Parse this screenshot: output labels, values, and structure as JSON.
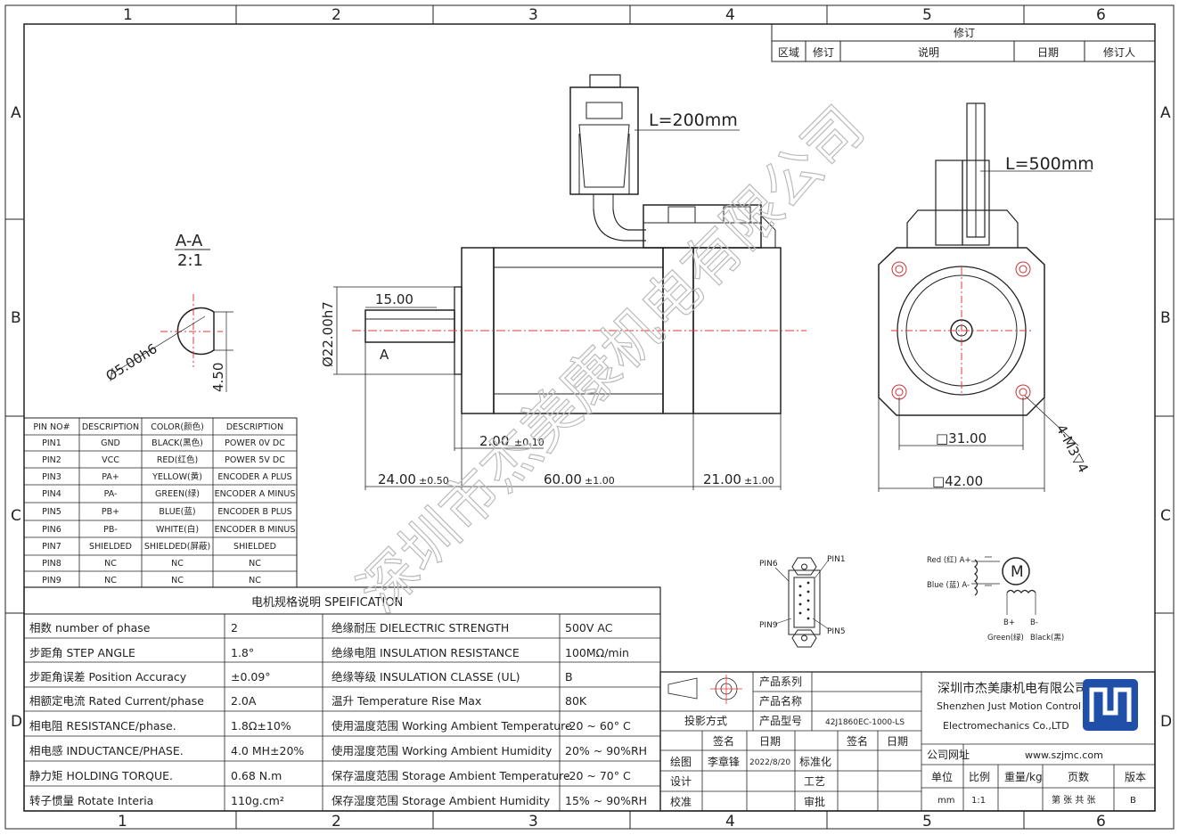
{
  "frame": {
    "col_labels": [
      "1",
      "2",
      "3",
      "4",
      "5",
      "6"
    ],
    "row_labels": [
      "A",
      "B",
      "C",
      "D"
    ]
  },
  "revision": {
    "title": "修订",
    "headers": [
      "区域",
      "修订",
      "说明",
      "日期",
      "修订人"
    ]
  },
  "section_view": {
    "title": "A-A",
    "scale": "2:1",
    "diameter": "Ø5.00h6",
    "flat": "4.50"
  },
  "drawing_dims": {
    "cable_1": "L=200mm",
    "cable_2": "L=500mm",
    "shaft_len": "15.00",
    "flange_dia": "Ø22.00h7",
    "section_mark": "A",
    "flange_thk": "2.00",
    "flange_thk_tol": "±0.10",
    "shaft_total": "24.00",
    "shaft_total_tol": "±0.50",
    "body_len": "60.00",
    "body_len_tol": "±1.00",
    "encoder_len": "21.00",
    "encoder_len_tol": "±1.00",
    "hole_spacing": "□31.00",
    "frame_size": "□42.00",
    "mount_holes": "4-M3▽4"
  },
  "pin_table": {
    "headers": [
      "PIN NO#",
      "DESCRIPTION",
      "COLOR(颜色)",
      "DESCRIPTION"
    ],
    "rows": [
      [
        "PIN1",
        "GND",
        "BLACK(黑色)",
        "POWER 0V DC"
      ],
      [
        "PIN2",
        "VCC",
        "RED(红色)",
        "POWER 5V DC"
      ],
      [
        "PIN3",
        "PA+",
        "YELLOW(黄)",
        "ENCODER A PLUS"
      ],
      [
        "PIN4",
        "PA-",
        "GREEN(绿)",
        "ENCODER A MINUS"
      ],
      [
        "PIN5",
        "PB+",
        "BLUE(蓝)",
        "ENCODER B PLUS"
      ],
      [
        "PIN6",
        "PB-",
        "WHITE(白)",
        "ENCODER B MINUS"
      ],
      [
        "PIN7",
        "SHIELDED",
        "SHIELDED(屏蔽)",
        "SHIELDED"
      ],
      [
        "PIN8",
        "NC",
        "NC",
        "NC"
      ],
      [
        "PIN9",
        "NC",
        "NC",
        "NC"
      ]
    ]
  },
  "connector": {
    "pin6": "PIN6",
    "pin1": "PIN1",
    "pin9": "PIN9",
    "pin5": "PIN5"
  },
  "wiring": {
    "red": "Red (红) A+",
    "blue": "Blue (蓝) A-",
    "motor": "M",
    "bplus": "B+",
    "bminus": "B-",
    "green": "Green(绿)",
    "black": "Black(黑)"
  },
  "spec_table": {
    "title": "电机规格说明 SPEIFICATION",
    "rows": [
      [
        "相数 number of phase",
        "2",
        "绝缘耐压 DIELECTRIC STRENGTH",
        "500V AC"
      ],
      [
        "步距角 STEP ANGLE",
        "1.8°",
        "绝缘电阻 INSULATION RESISTANCE",
        "100MΩ/min"
      ],
      [
        "步距角误差 Position Accuracy",
        "±0.09°",
        "绝缘等级 INSULATION CLASSE (UL)",
        "B"
      ],
      [
        "相额定电流 Rated Current/phase",
        "2.0A",
        "温升 Temperature Rise Max",
        "80K"
      ],
      [
        "相电阻 RESISTANCE/phase.",
        "1.8Ω±10%",
        "使用温度范围 Working Ambient Temperature",
        "-20 ~ 60° C"
      ],
      [
        "相电感 INDUCTANCE/PHASE.",
        "4.0 MH±20%",
        "使用湿度范围 Working Ambient Humidity",
        "20% ~ 90%RH"
      ],
      [
        "静力矩 HOLDING TORQUE.",
        "0.68 N.m",
        "保存温度范围 Storage Ambient Temperature",
        "-20 ~ 70° C"
      ],
      [
        "转子惯量 Rotate Interia",
        "110g.cm²",
        "保存湿度范围 Storage Ambient Humidity",
        "15% ~ 90%RH"
      ]
    ]
  },
  "title_block": {
    "series_label": "产品系列",
    "name_label": "产品名称",
    "projection_label": "投影方式",
    "model_label": "产品型号",
    "model_value": "42J1860EC-1000-LS",
    "sign_label": "签名",
    "date_label": "日期",
    "sign_label_2": "签名",
    "date_label_2": "日期",
    "draw_label": "绘图",
    "drawer": "李章锋",
    "draw_date": "2022/8/20",
    "std_label": "标准化",
    "design_label": "设计",
    "process_label": "工艺",
    "check_label": "校准",
    "approve_label": "审批",
    "company_cn": "深圳市杰美康机电有限公司",
    "company_en_1": "Shenzhen Just Motion Control",
    "company_en_2": "Electromechanics Co.,LTD",
    "website_label": "公司网址",
    "website": "www.szjmc.com",
    "unit_label": "单位",
    "scale_label": "比例",
    "weight_label": "重量/kg",
    "pages_label": "页数",
    "version_label": "版本",
    "unit": "mm",
    "scale": "1:1",
    "pages": "第 张 共 张",
    "version": "B"
  },
  "watermark": "深圳市杰美康机电有限公司"
}
